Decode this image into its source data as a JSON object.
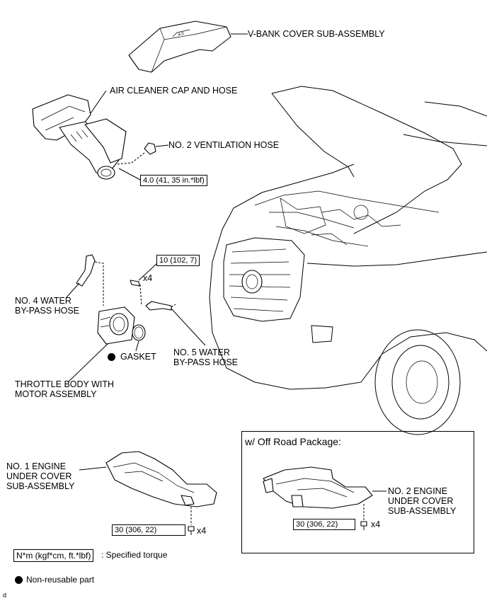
{
  "labels": {
    "vbank_cover": "V-BANK COVER SUB-ASSEMBLY",
    "air_cleaner": "AIR CLEANER CAP AND HOSE",
    "ventilation_hose": "NO. 2 VENTILATION HOSE",
    "water_hose_4_line1": "NO. 4 WATER",
    "water_hose_4_line2": "BY-PASS HOSE",
    "gasket": "GASKET",
    "water_hose_5_line1": "NO. 5 WATER",
    "water_hose_5_line2": "BY-PASS HOSE",
    "throttle_line1": "THROTTLE  BODY WITH",
    "throttle_line2": "MOTOR ASSEMBLY",
    "under_cover_1_line1": "NO. 1 ENGINE",
    "under_cover_1_line2": "UNDER COVER",
    "under_cover_1_line3": "SUB-ASSEMBLY",
    "under_cover_2_line1": "NO. 2 ENGINE",
    "under_cover_2_line2": "UNDER COVER",
    "under_cover_2_line3": "SUB-ASSEMBLY",
    "off_road_title": "w/ Off Road Package:"
  },
  "torques": {
    "ventilation": "4.0 (41, 35 in.*lbf)",
    "throttle_bolt": "10 (102, 7)",
    "under_cover_1": "30 (306, 22)",
    "under_cover_2": "30 (306, 22)"
  },
  "quantities": {
    "throttle_bolt": "x4",
    "under_cover_1": "x4",
    "under_cover_2": "x4"
  },
  "legend": {
    "torque_unit": "N*m (kgf*cm, ft.*lbf)",
    "torque_desc": ": Specified torque",
    "non_reusable": "Non-reusable part"
  },
  "figure_code": "d"
}
